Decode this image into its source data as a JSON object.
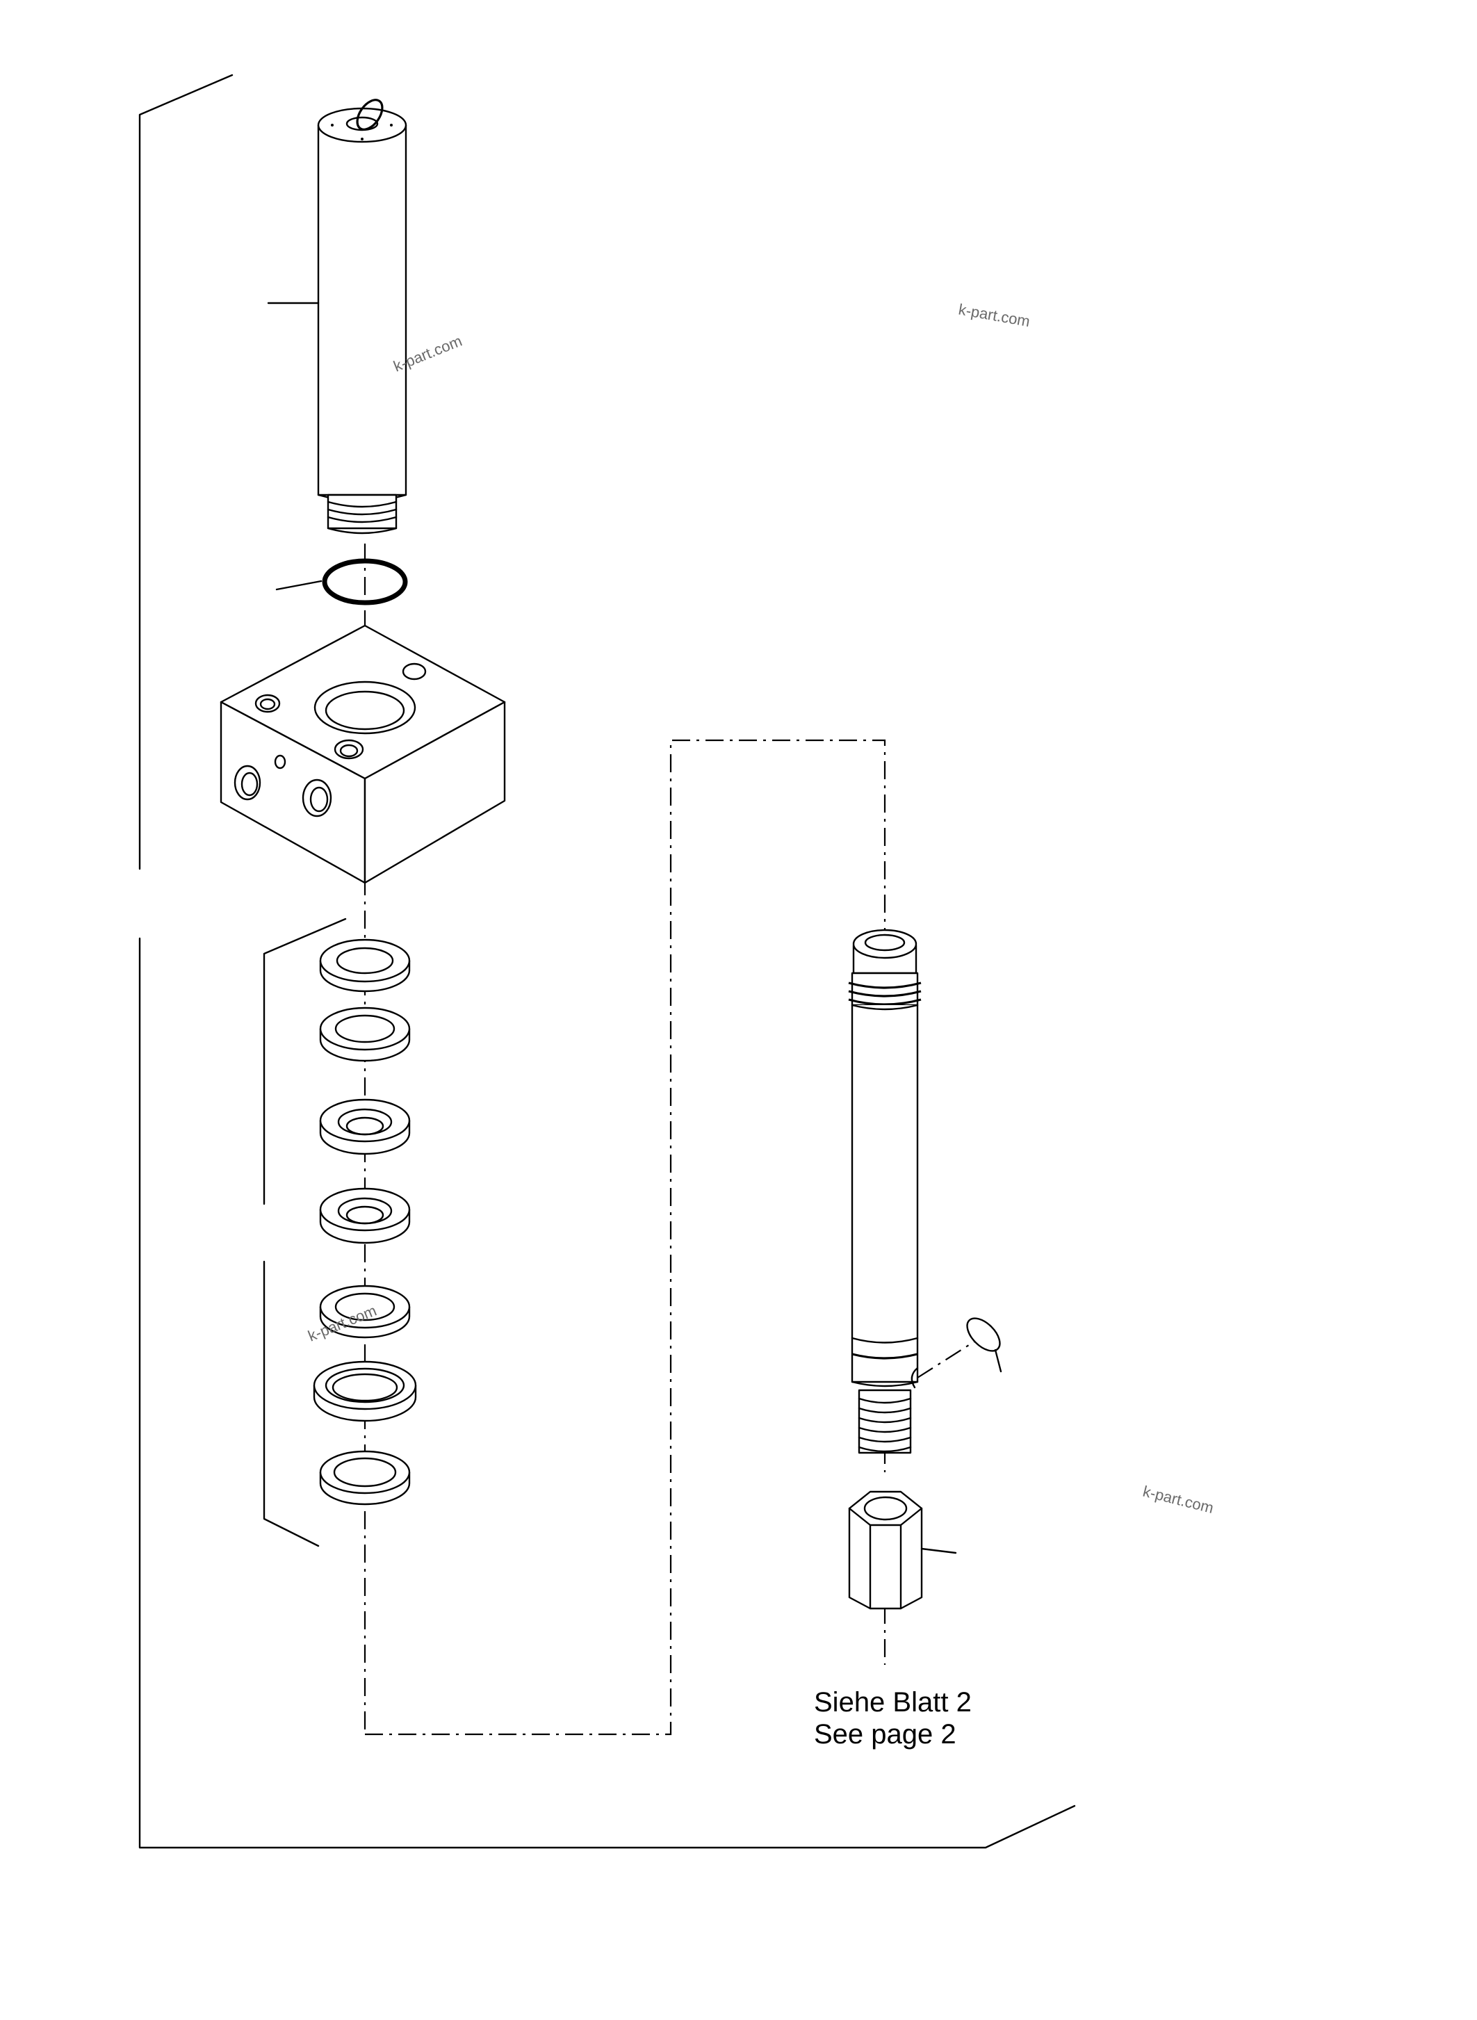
{
  "diagram": {
    "reference_note": {
      "line_de": "Siehe Blatt 2",
      "line_en": "See page 2"
    },
    "watermark": "k-part.com",
    "parts": [
      "accumulator",
      "o-ring",
      "valve-block",
      "seal-rings",
      "piston-rod",
      "circlip",
      "hex-nut"
    ]
  }
}
